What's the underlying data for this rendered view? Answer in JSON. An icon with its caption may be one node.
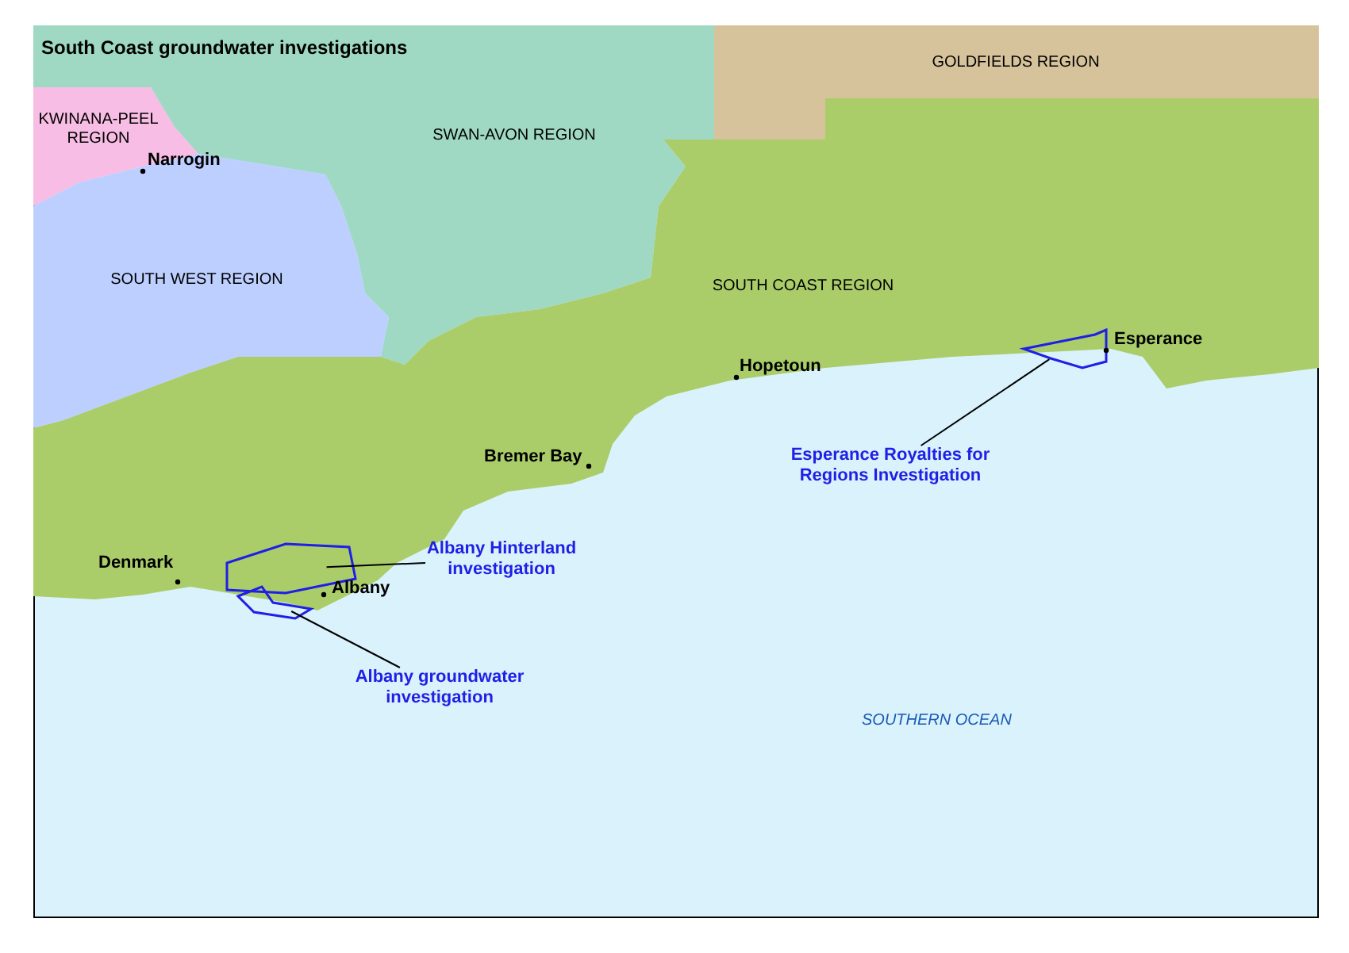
{
  "diagram": {
    "title": "South Coast groundwater investigations",
    "nodes": [
      {
        "text": [
          "GOLDFIELDS REGION"
        ]
      },
      {
        "text": [
          "KWINANA-PEEL REGION"
        ]
      },
      {
        "text": [
          "SWAN-AVON REGION"
        ]
      },
      {
        "text": [
          "SOUTH WEST REGION"
        ]
      },
      {
        "text": [
          "SOUTH COAST REGION"
        ]
      },
      {
        "text": [
          "Albany Hinterland investigation"
        ]
      },
      {
        "text": [],
        "shape": "polygon",
        "in": 4
      },
      {
        "text": [
          "Albany groundwater investigation"
        ]
      },
      {
        "text": [],
        "shape": "polygon"
      },
      {
        "text": [
          "Esperance Royalties for Regions Investigation"
        ]
      },
      {
        "text": [],
        "shape": "polygon",
        "in": 4
      }
    ],
    "edges": [
      {
        "from": 5,
        "to": 6,
        "arrow": "none"
      },
      {
        "from": 7,
        "to": 8,
        "arrow": "none"
      },
      {
        "from": 9,
        "to": 10,
        "arrow": "none"
      }
    ],
    "labels": [
      "Narrogin",
      "Hopetoun",
      "Esperance",
      "Bremer Bay",
      "Denmark",
      "Albany",
      "SOUTHERN OCEAN"
    ]
  }
}
